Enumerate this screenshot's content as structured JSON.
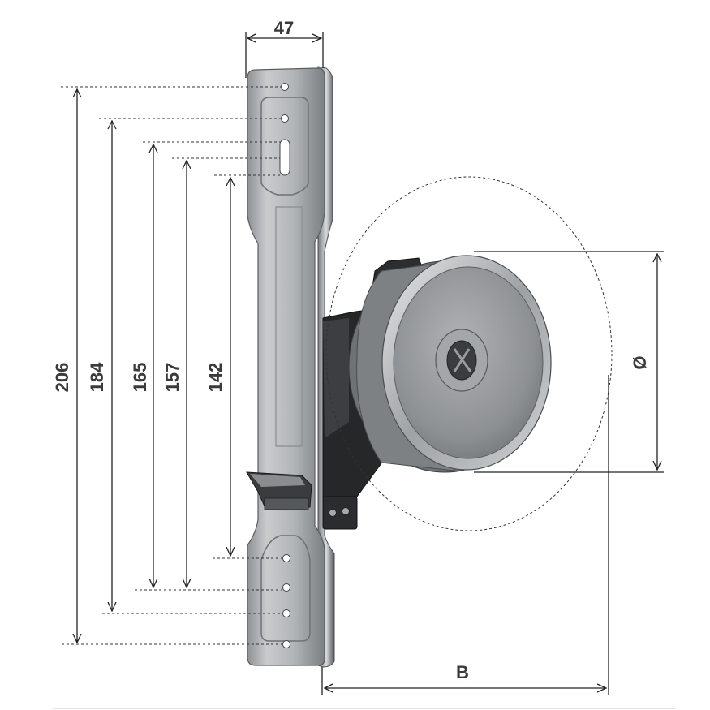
{
  "dimensions": {
    "width_top": "47",
    "height_206": "206",
    "height_184": "184",
    "height_165": "165",
    "height_157": "157",
    "height_142": "142",
    "diameter": "Ø",
    "depth": "B"
  },
  "colors": {
    "metal_plate": "#b9bcbf",
    "metal_dark": "#5a5d60",
    "drum_face": "#9a9c9e",
    "housing": "#2a2b2d",
    "dimension_text": "#3a3a3a"
  }
}
